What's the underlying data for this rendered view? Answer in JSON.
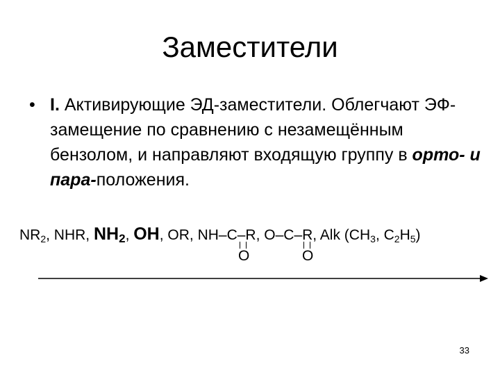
{
  "title": "Заместители",
  "bullet": {
    "marker": "•",
    "roman": "I.",
    "text_1": " Активирующие ЭД-заместители. Облегчают ЭФ-замещение по сравнению с незамещённым бензолом, и направляют входящую группу в ",
    "ortho": "орто-",
    "and": " и ",
    "para": "пара-",
    "text_2": "положения."
  },
  "substituents": {
    "nr2": "NR",
    "nr2_sub": "2",
    "sep1": ", NHR, ",
    "nh2": "NH",
    "nh2_sub": "2",
    "sep2": ", ",
    "oh": "OH",
    "sep3": ", OR, NH–C–R, O–C–R, Alk (CH",
    "ch3_sub": "3",
    "sep4": ", C",
    "c2_sub": "2",
    "h": "H",
    "h5_sub": "5",
    "close": ")",
    "carbonyl_o1": "O",
    "carbonyl_o2": "O"
  },
  "page_number": "33"
}
